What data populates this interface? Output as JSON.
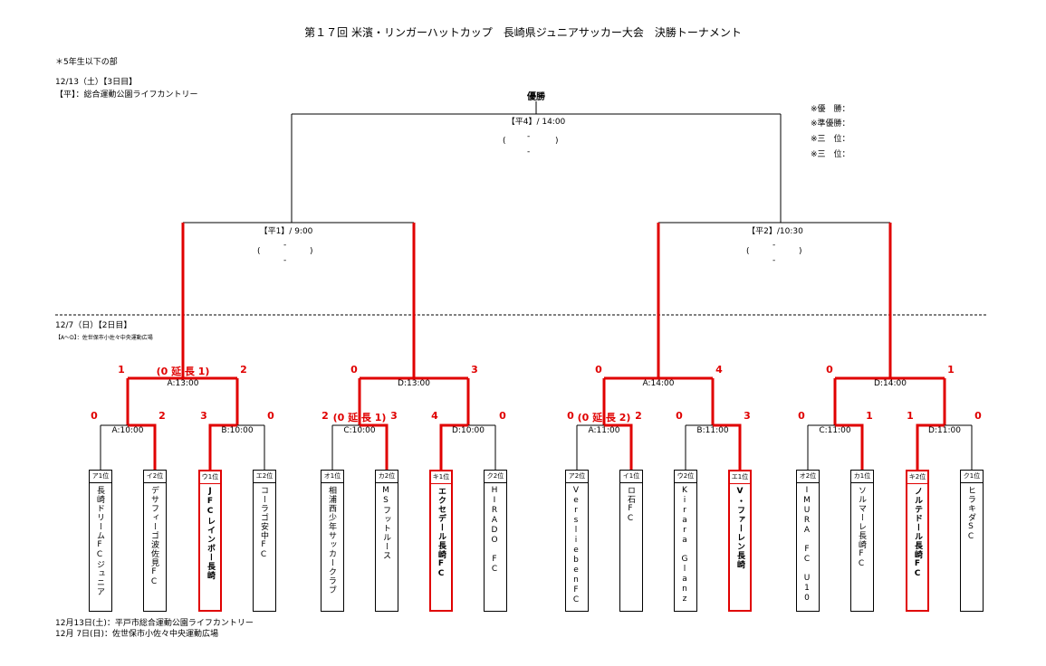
{
  "title": "第１７回 米濱・リンガーハットカップ　長崎県ジュニアサッカー大会　決勝トーナメント",
  "division": "＊5年生以下の部",
  "day3": {
    "date": "12/13（土）【3日目】",
    "venue": "【平】：総合運動公園ライフカントリー"
  },
  "day2": {
    "date": "12/7（日）【2日目】",
    "venue": "【A〜D】：佐世保市小佐々中央運動広場"
  },
  "final": {
    "label": "優勝",
    "match": "【平4】/ 14:00",
    "paren_open": "(",
    "paren_close": ")",
    "dash": "-"
  },
  "semis": [
    {
      "match": "【平1】/ 9:00"
    },
    {
      "match": "【平2】/10:30"
    }
  ],
  "awards": [
    "※優　勝：",
    "※準優勝：",
    "※三　位：",
    "※三　位："
  ],
  "qf_matches": [
    "A:13:00",
    "D:13:00",
    "A:14:00",
    "D:14:00"
  ],
  "r1_matches": [
    "A:10:00",
    "B:10:00",
    "C:10:00",
    "D:10:00",
    "A:11:00",
    "B:11:00",
    "C:11:00",
    "D:11:00"
  ],
  "qf_scores": [
    {
      "left": "1",
      "mid": "(0 延 長 1)",
      "right": "2"
    },
    {
      "left": "0",
      "mid": "",
      "right": "3"
    },
    {
      "left": "0",
      "mid": "",
      "right": "4"
    },
    {
      "left": "0",
      "mid": "",
      "right": "1"
    }
  ],
  "r1_scores": [
    {
      "left": "0",
      "mid": "",
      "right": "2"
    },
    {
      "left": "3",
      "mid": "",
      "right": "0"
    },
    {
      "left": "2",
      "mid": "(0 延 長 1)",
      "right": "3"
    },
    {
      "left": "4",
      "mid": "",
      "right": "0"
    },
    {
      "left": "0",
      "mid": "(0 延 長 2)",
      "right": "2"
    },
    {
      "left": "0",
      "mid": "",
      "right": "3"
    },
    {
      "left": "0",
      "mid": "",
      "right": "1"
    },
    {
      "left": "1",
      "mid": "",
      "right": "0"
    }
  ],
  "teams": [
    {
      "code": "ア1位",
      "name": "長崎ドリームFCジュニア"
    },
    {
      "code": "イ2位",
      "name": "デサフィーゴ波佐見FC"
    },
    {
      "code": "ウ1位",
      "name": "JFCレインボー長崎"
    },
    {
      "code": "エ2位",
      "name": "コーラゴ安中FC"
    },
    {
      "code": "オ1位",
      "name": "相浦西少年サッカークラブ"
    },
    {
      "code": "カ2位",
      "name": "MSフットルース"
    },
    {
      "code": "キ1位",
      "name": "エクセデール長崎FC"
    },
    {
      "code": "ク2位",
      "name": "HIRADO　FC"
    },
    {
      "code": "ア2位",
      "name": "VersliebenFC"
    },
    {
      "code": "イ1位",
      "name": "ロ石FC"
    },
    {
      "code": "ウ2位",
      "name": "Kirara　Glanz"
    },
    {
      "code": "エ1位",
      "name": "V・ファーレン長崎"
    },
    {
      "code": "オ2位",
      "name": "IMURA　FC　U10"
    },
    {
      "code": "カ1位",
      "name": "ソルマーレ長崎FC"
    },
    {
      "code": "キ2位",
      "name": "ノルテドール長崎FC"
    },
    {
      "code": "ク1位",
      "name": "ヒラキダSC"
    }
  ],
  "footer": [
    "12月13日(土)：平戸市総合運動公園ライフカントリー",
    "12月  7日(日)：佐世保市小佐々中央運動広場"
  ],
  "colors": {
    "winner_line": "#e00000",
    "line": "#000000"
  }
}
